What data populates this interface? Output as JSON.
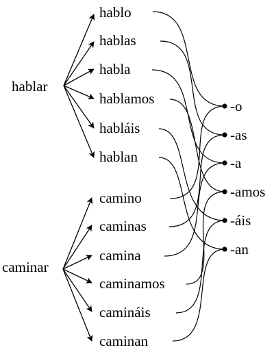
{
  "verbs": [
    {
      "infinitive": "hablar",
      "forms": [
        "hablo",
        "hablas",
        "habla",
        "hablamos",
        "habláis",
        "hablan"
      ]
    },
    {
      "infinitive": "caminar",
      "forms": [
        "camino",
        "caminas",
        "camina",
        "caminamos",
        "camináis",
        "caminan"
      ]
    }
  ],
  "endings": [
    "-o",
    "-as",
    "-a",
    "-amos",
    "-áis",
    "-an"
  ]
}
